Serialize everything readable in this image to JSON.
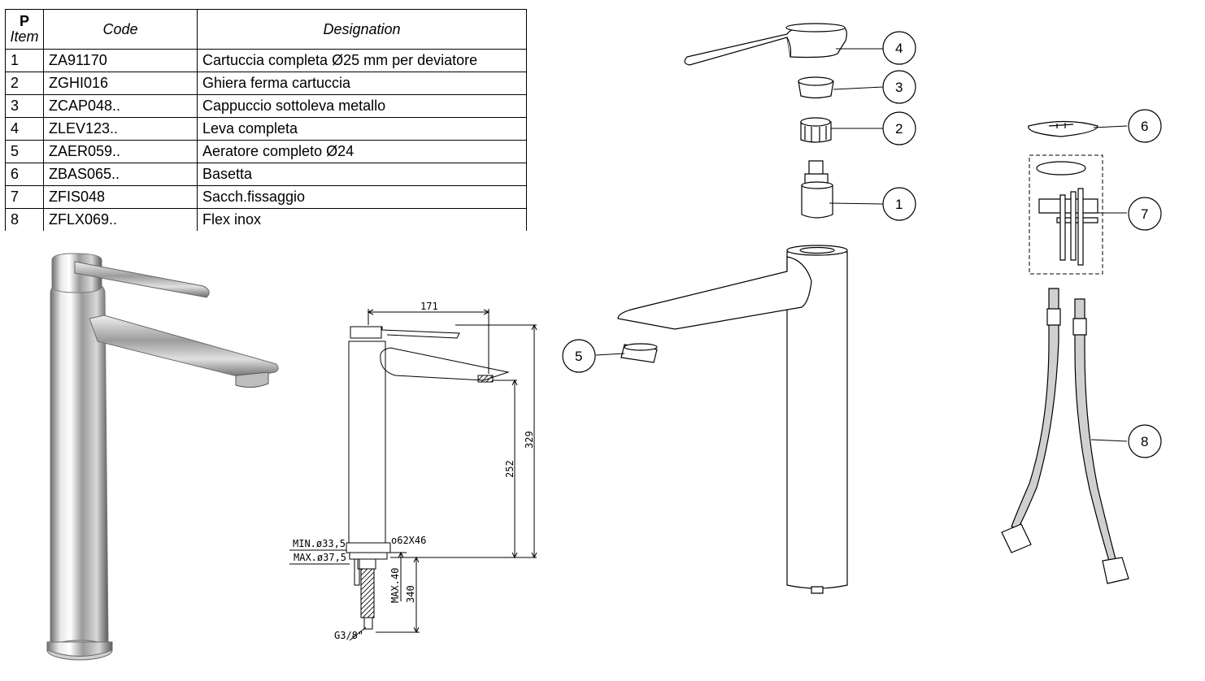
{
  "table": {
    "headers": {
      "p_top": "P",
      "p_bottom": "Item",
      "code": "Code",
      "designation": "Designation"
    },
    "rows": [
      {
        "item": "1",
        "code": "ZA91170",
        "designation": "Cartuccia completa Ø25 mm per deviatore"
      },
      {
        "item": "2",
        "code": "ZGHI016",
        "designation": "Ghiera ferma cartuccia"
      },
      {
        "item": "3",
        "code": "ZCAP048..",
        "designation": "Cappuccio sottoleva metallo"
      },
      {
        "item": "4",
        "code": "ZLEV123..",
        "designation": "Leva completa"
      },
      {
        "item": "5",
        "code": "ZAER059..",
        "designation": "Aeratore completo Ø24"
      },
      {
        "item": "6",
        "code": "ZBAS065..",
        "designation": "Basetta"
      },
      {
        "item": "7",
        "code": "ZFIS048",
        "designation": "Sacch.fissaggio"
      },
      {
        "item": "8",
        "code": "ZFLX069..",
        "designation": "Flex inox"
      }
    ]
  },
  "dimensions": {
    "spout_reach": "171",
    "total_height": "329",
    "spout_height": "252",
    "hole_min": "MIN.ø33,5",
    "hole_max": "MAX.ø37,5",
    "base": "o62X46",
    "max_thickness": "MAX.40",
    "hose_length": "340",
    "thread": "G3/8\""
  },
  "callouts": [
    "1",
    "2",
    "3",
    "4",
    "5",
    "6",
    "7",
    "8"
  ]
}
